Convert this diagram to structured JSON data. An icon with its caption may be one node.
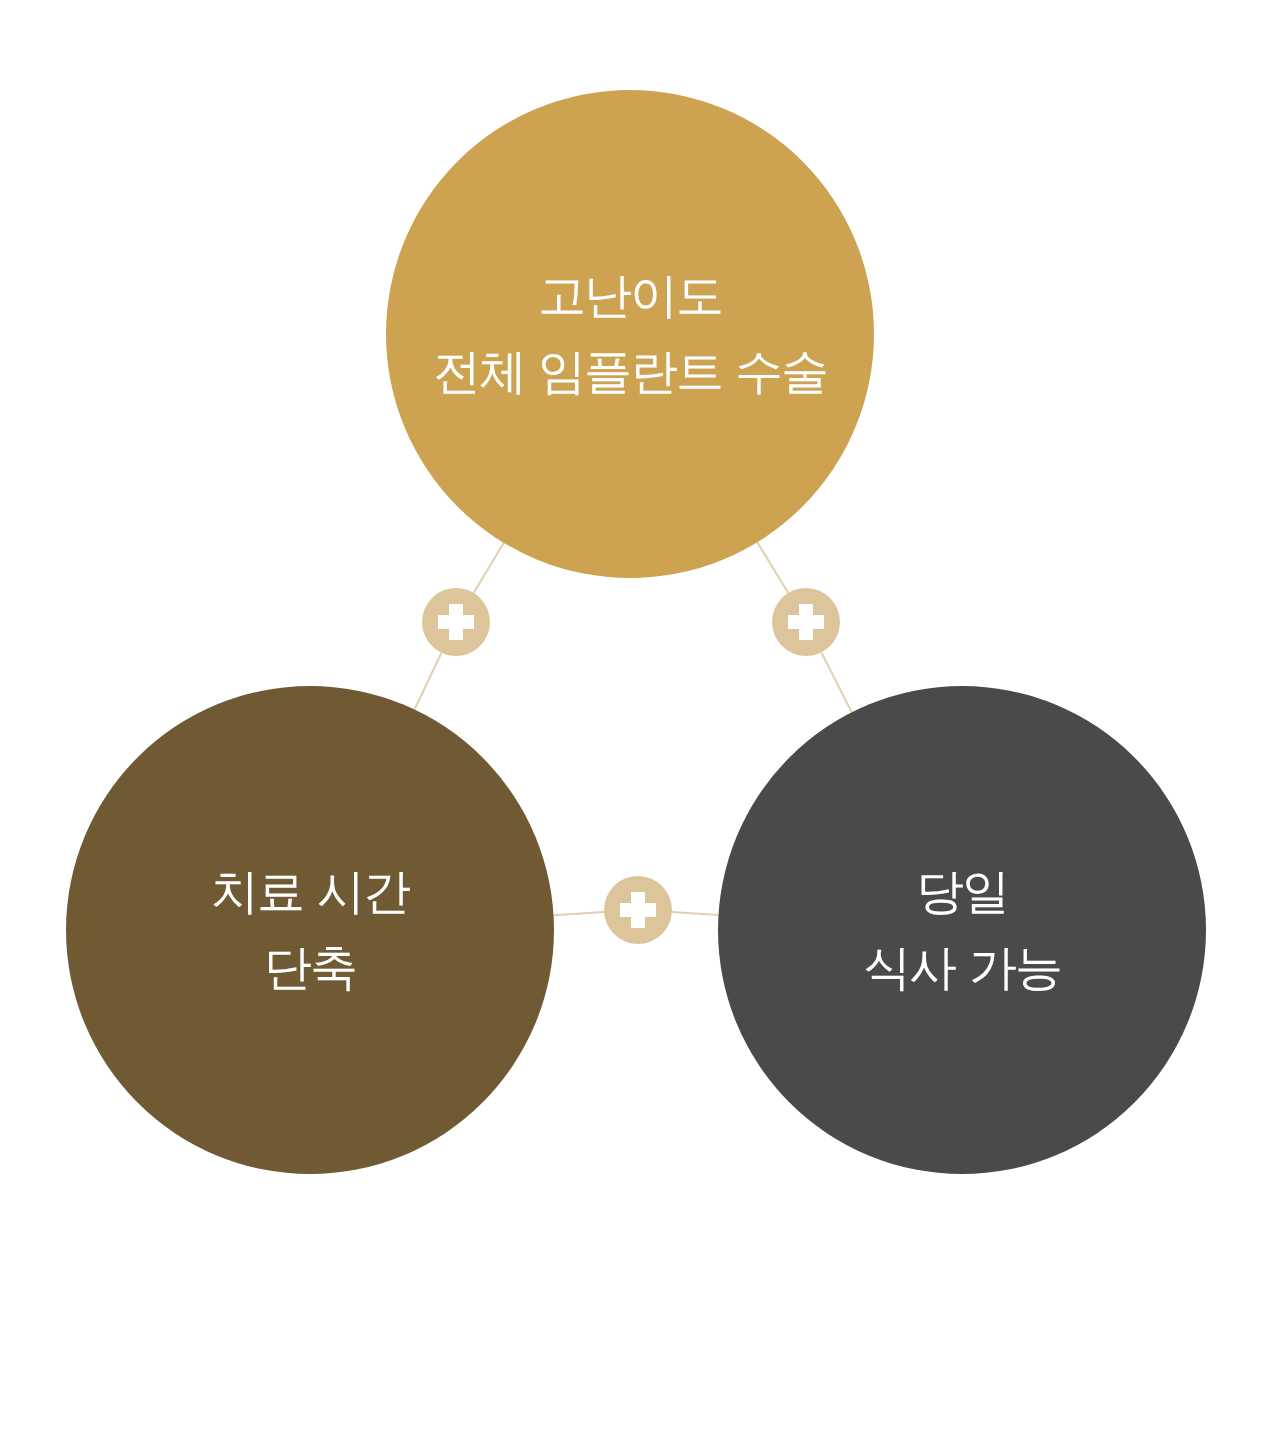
{
  "diagram": {
    "nodes": [
      {
        "text": [
          "고난이도",
          "전체 임플란트 수술"
        ]
      },
      {
        "text": [
          "치료 시간",
          "단축"
        ]
      },
      {
        "text": [
          "당일",
          "식사 가능"
        ]
      },
      {
        "text": [],
        "shape": "circle"
      },
      {
        "text": [],
        "shape": "circle"
      },
      {
        "text": [],
        "shape": "circle"
      }
    ],
    "edges": [
      {
        "from": 0,
        "to": 3,
        "arrow": "none"
      },
      {
        "from": 3,
        "to": 1,
        "arrow": "none"
      },
      {
        "from": 0,
        "to": 4,
        "arrow": "none"
      },
      {
        "from": 4,
        "to": 2,
        "arrow": "none"
      },
      {
        "from": 1,
        "to": 5,
        "arrow": "none"
      },
      {
        "from": 5,
        "to": 2,
        "arrow": "none"
      }
    ]
  }
}
